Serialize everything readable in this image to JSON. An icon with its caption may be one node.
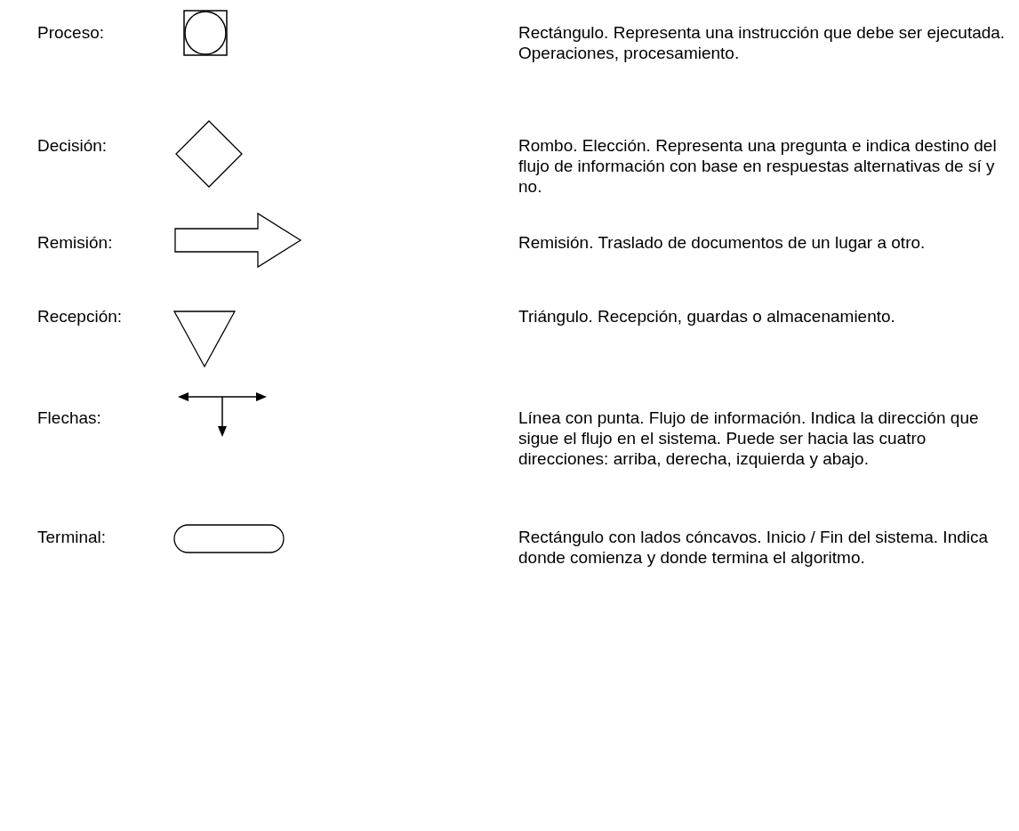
{
  "diagram": {
    "labels": [
      "Proceso:",
      "Rectángulo. Representa una instrucción que debe ser ejecutada. Operaciones, procesamiento.",
      "Decisión:",
      "Rombo. Elección. Representa una pregunta e indica destino del flujo de información con base en respuestas alternativas de sí y no.",
      "Remisión:",
      "Remisión. Traslado de documentos de un lugar a otro.",
      "Recepción:",
      "Triángulo. Recepción, guardas o almacenamiento.",
      "Flechas:",
      "Línea con punta. Flujo de información. Indica la dirección que sigue el flujo en el sistema. Puede ser hacia las cuatro direcciones: arriba, derecha, izquierda y abajo.",
      "Terminal:",
      "Rectángulo con lados cóncavos. Inicio / Fin del sistema. Indica donde comienza y donde termina el algoritmo."
    ]
  }
}
